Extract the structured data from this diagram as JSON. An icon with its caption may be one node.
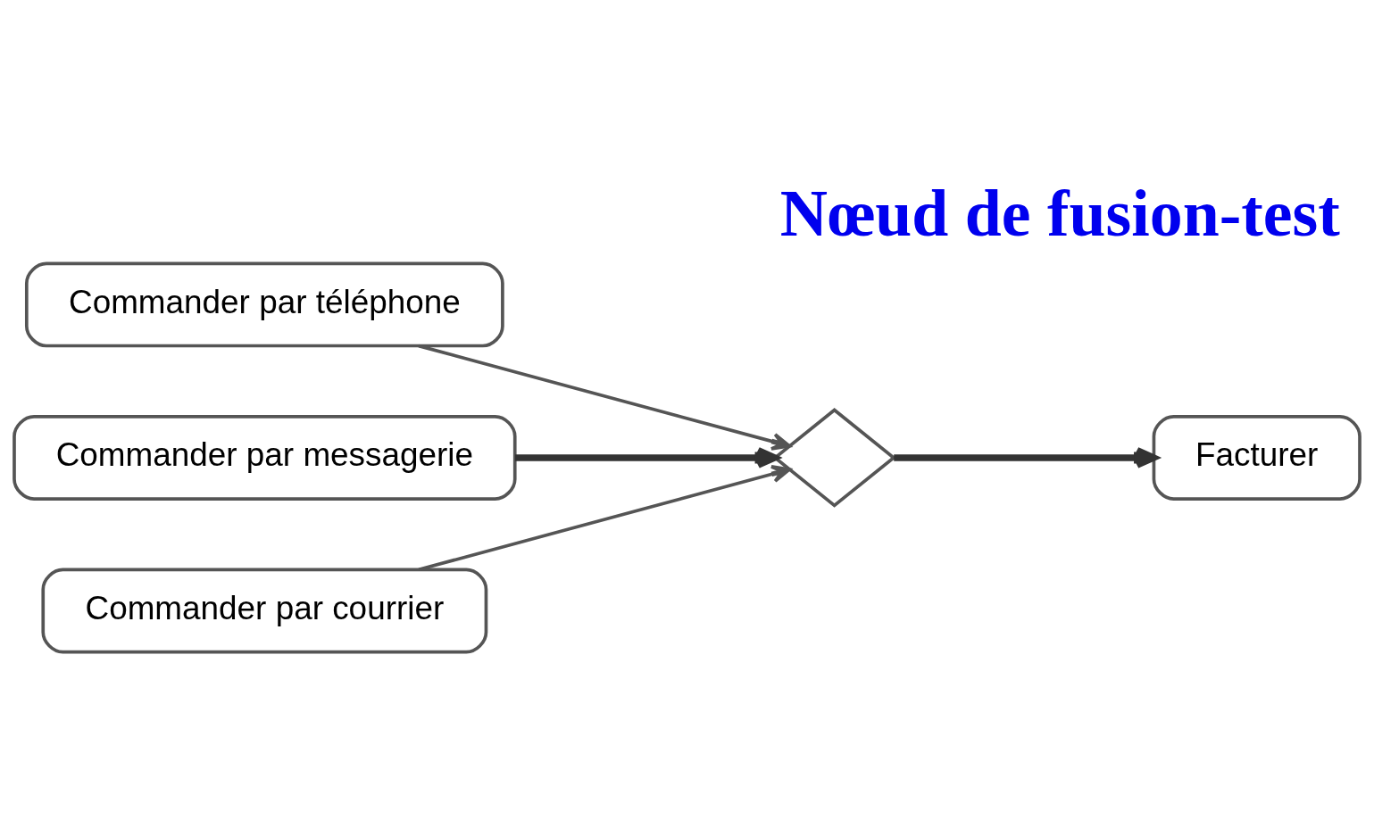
{
  "diagram": {
    "title": "Nœud de fusion-test",
    "nodes": [
      {
        "text": [
          "Commander par téléphone"
        ]
      },
      {
        "text": [
          "Commander par messagerie"
        ]
      },
      {
        "text": [
          "Commander par courrier"
        ]
      },
      {
        "text": [],
        "shape": "diamond"
      },
      {
        "text": [
          "Facturer"
        ]
      }
    ],
    "edges": [
      {
        "from": 0,
        "to": 3,
        "arrow": "to"
      },
      {
        "from": 1,
        "to": 3,
        "arrow": "to",
        "style": "thick"
      },
      {
        "from": 2,
        "to": 3,
        "arrow": "to"
      },
      {
        "from": 3,
        "to": 4,
        "arrow": "to",
        "style": "thick"
      }
    ]
  }
}
